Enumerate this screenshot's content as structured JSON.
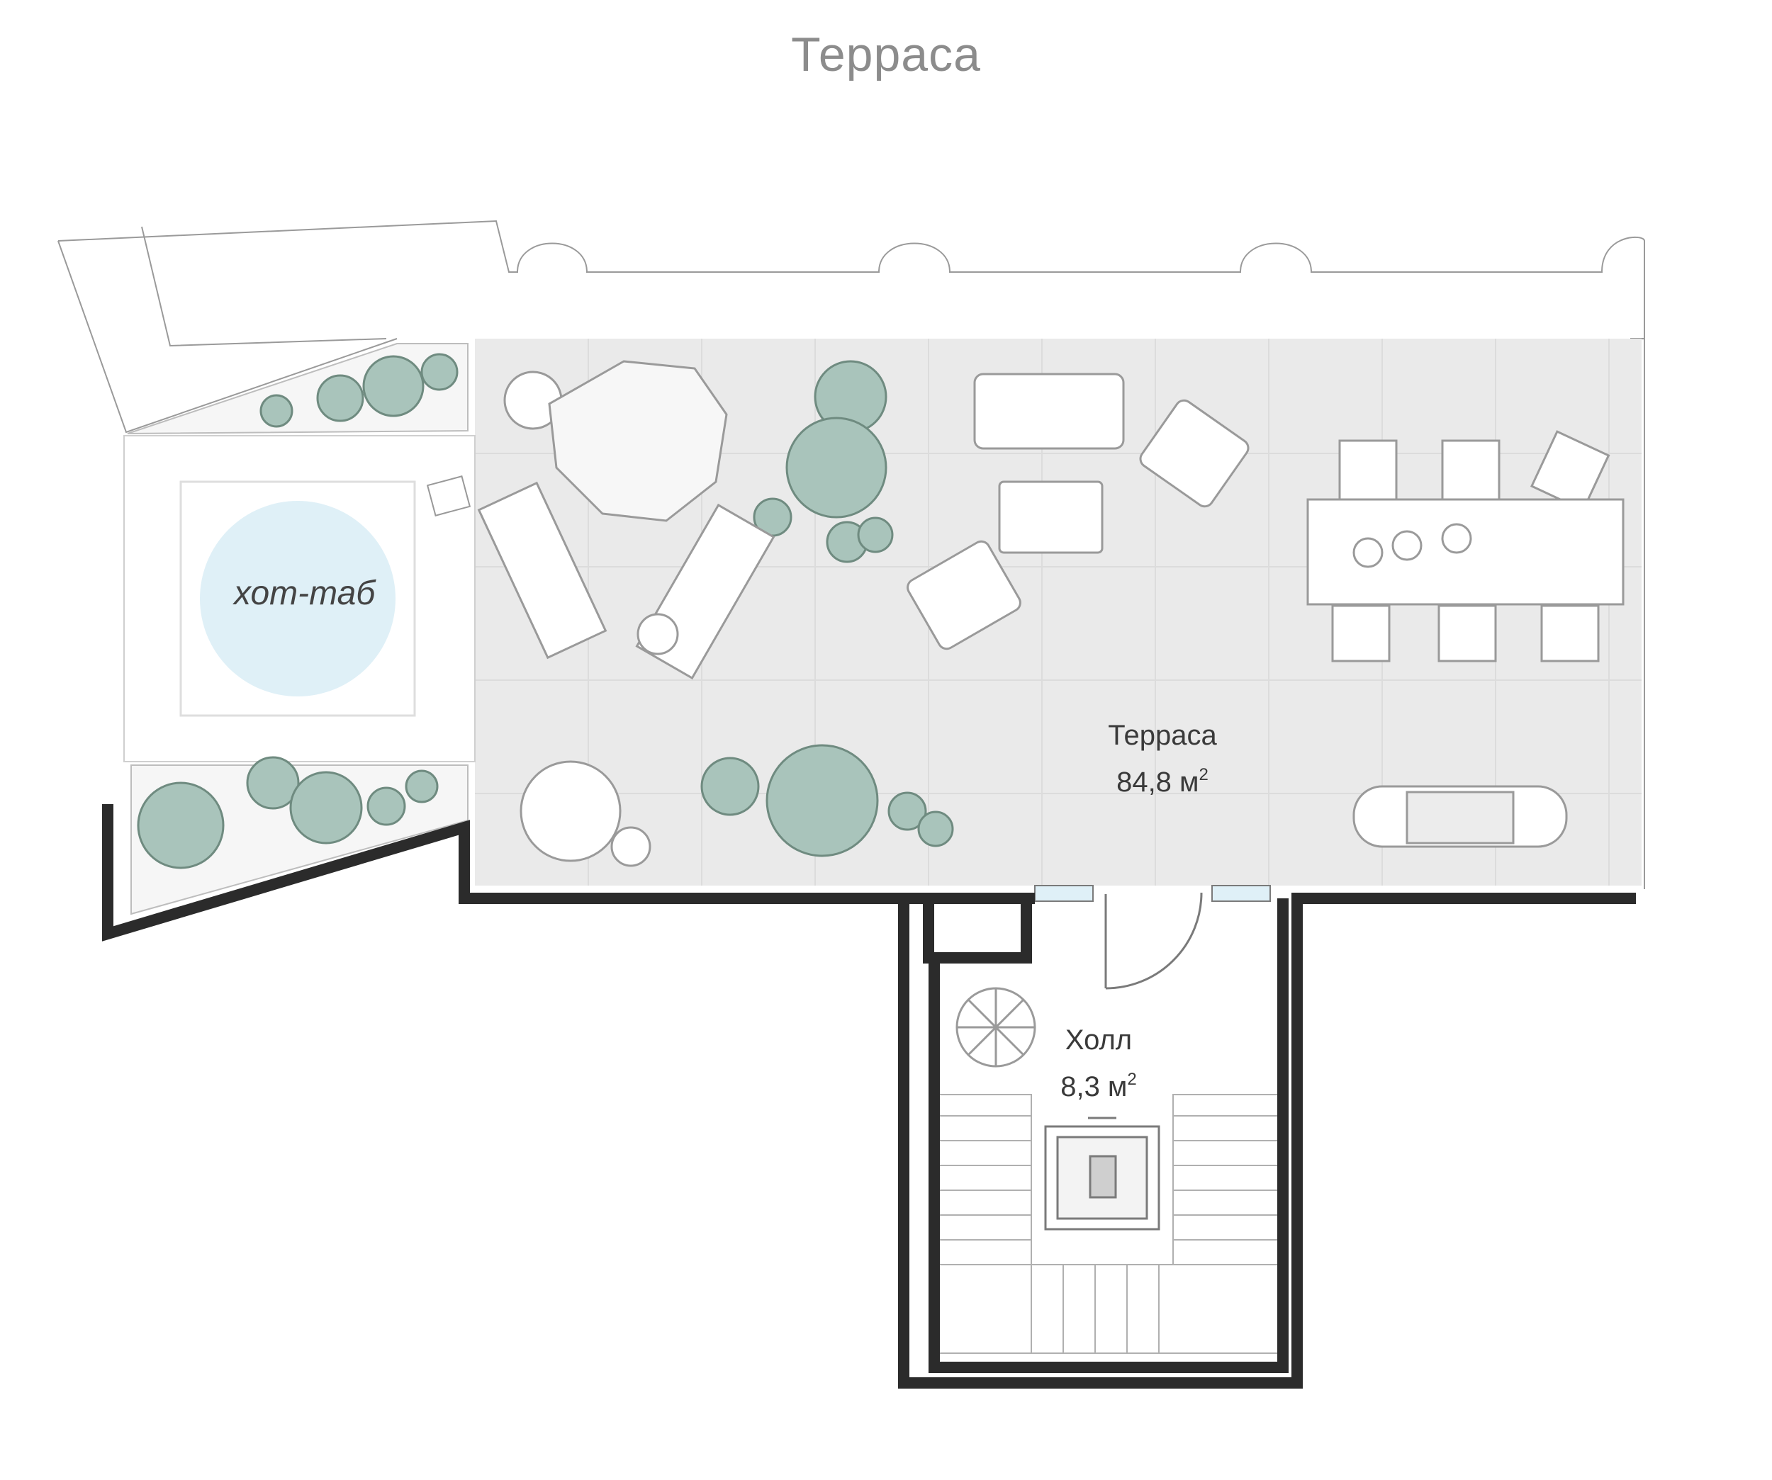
{
  "header": {
    "title": "Терраса"
  },
  "rooms": {
    "terrace": {
      "name": "Терраса",
      "area": "84,8 м",
      "unit_sup": "2"
    },
    "hall": {
      "name": "Холл",
      "area": "8,3 м",
      "unit_sup": "2"
    }
  },
  "hot_tub": {
    "label": "хот-таб"
  },
  "colors": {
    "wall": "#2b2b2b",
    "terrace_floor": "#eaeaea",
    "plants": "#a9c4bb",
    "tub_water": "#dff0f7",
    "outline": "#9a9a9a"
  }
}
